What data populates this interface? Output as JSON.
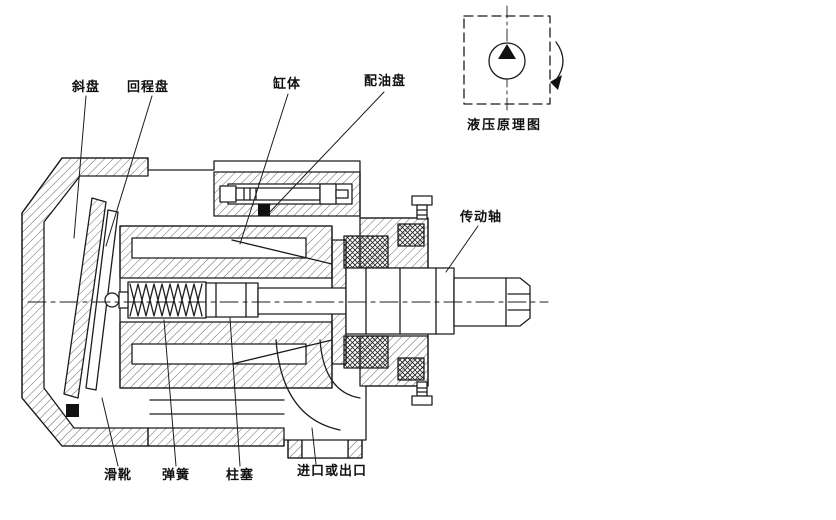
{
  "figure": {
    "schematic_caption": "液压原理图"
  },
  "labels": {
    "swash_plate": "斜盘",
    "return_plate": "回程盘",
    "cylinder_block": "缸体",
    "valve_plate": "配油盘",
    "drive_shaft": "传动轴",
    "slipper": "滑靴",
    "spring": "弹簧",
    "plunger": "柱塞",
    "inlet_outlet": "进口或出口"
  },
  "colors": {
    "line": "#1c1c1c",
    "background": "#ffffff"
  }
}
